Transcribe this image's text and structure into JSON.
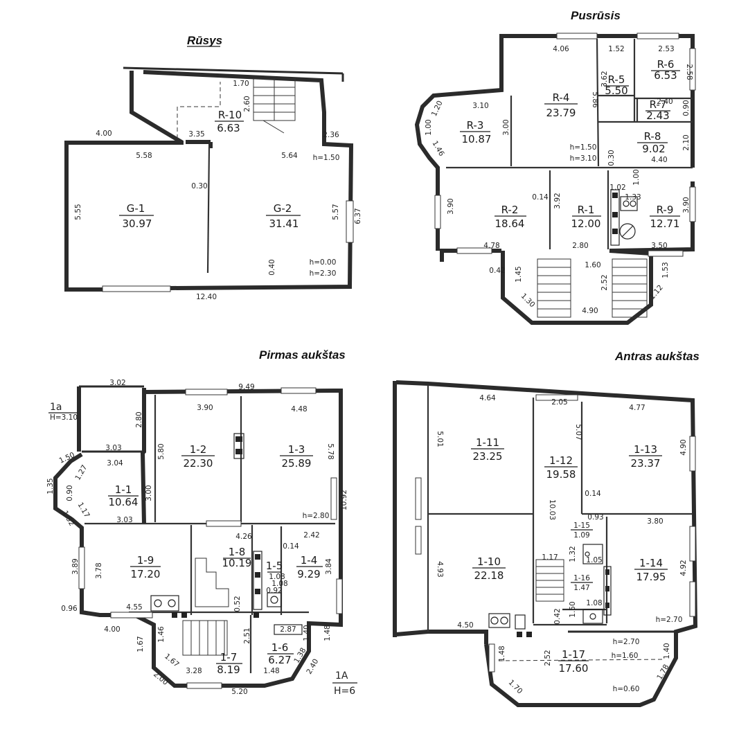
{
  "titles": {
    "rusys": "Rūsys",
    "pusrusis": "Pusrūsis",
    "pirmas": "Pirmas aukštas",
    "antras": "Antras aukštas"
  },
  "rooms": {
    "rusys": [
      {
        "id": "R-10",
        "area": "6.63"
      },
      {
        "id": "G-1",
        "area": "30.97"
      },
      {
        "id": "G-2",
        "area": "31.41"
      }
    ],
    "pusrusis": [
      {
        "id": "R-6",
        "area": "6.53"
      },
      {
        "id": "R-5",
        "area": "5.50"
      },
      {
        "id": "R-4",
        "area": "23.79"
      },
      {
        "id": "R-7",
        "area": "2.43"
      },
      {
        "id": "R-3",
        "area": "10.87"
      },
      {
        "id": "R-8",
        "area": "9.02"
      },
      {
        "id": "R-2",
        "area": "18.64"
      },
      {
        "id": "R-1",
        "area": "12.00"
      },
      {
        "id": "R-9",
        "area": "12.71"
      }
    ],
    "pirmas": [
      {
        "id": "1-2",
        "area": "22.30"
      },
      {
        "id": "1-3",
        "area": "25.89"
      },
      {
        "id": "1-1",
        "area": "10.64"
      },
      {
        "id": "1-9",
        "area": "17.20"
      },
      {
        "id": "1-8",
        "area": "10.19"
      },
      {
        "id": "1-5",
        "area": "1.08"
      },
      {
        "id": "1-4",
        "area": "9.29"
      },
      {
        "id": "1-7",
        "area": "8.19"
      },
      {
        "id": "1-6",
        "area": "6.27"
      }
    ],
    "antras": [
      {
        "id": "1-11",
        "area": "23.25"
      },
      {
        "id": "1-12",
        "area": "19.58"
      },
      {
        "id": "1-13",
        "area": "23.37"
      },
      {
        "id": "1-15",
        "area": "1.09"
      },
      {
        "id": "1-10",
        "area": "22.18"
      },
      {
        "id": "1-14",
        "area": "17.95"
      },
      {
        "id": "1-16",
        "area": "1.47"
      },
      {
        "id": "1-17",
        "area": "17.60"
      }
    ]
  },
  "dimensions": {
    "rusys": [
      "1.70",
      "2.60",
      "3.35",
      "4.00",
      "2.36",
      "5.58",
      "5.64",
      "h=1.50",
      "0.30",
      "5.55",
      "5.57",
      "6.37",
      "h=0.00",
      "h=2.30",
      "0.40",
      "12.40"
    ],
    "pusrusis": [
      "4.06",
      "1.52",
      "2.53",
      "2.58",
      "3.62",
      "3.10",
      "1.20",
      "1.00",
      "3.00",
      "5.86",
      "2.40",
      "0.90",
      "1.46",
      "h=1.50",
      "h=3.10",
      "0.30",
      "2.10",
      "4.40",
      "1.00",
      "1.02",
      "1.33",
      "3.90",
      "0.14",
      "3.92",
      "3.90",
      "4.78",
      "2.80",
      "3.50",
      "0.42",
      "1.45",
      "1.60",
      "2.52",
      "1.53",
      "1.30",
      "1.12",
      "4.90"
    ],
    "pirmas": [
      "3.02",
      "9.49",
      "1a",
      "H=3.10",
      "2.80",
      "3.90",
      "4.48",
      "3.03",
      "5.80",
      "5.78",
      "1.50",
      "3.04",
      "1.27",
      "1.35",
      "0.90",
      "3.00",
      "10.92",
      "1.17",
      "1.52",
      "3.03",
      "h=2.80",
      "4.26",
      "2.42",
      "0.14",
      "3.89",
      "3.78",
      "3.84",
      "1.08",
      "0.92",
      "4.55",
      "0.52",
      "0.96",
      "4.00",
      "2.87",
      "1.46",
      "2.51",
      "1.40",
      "1.48",
      "1.67",
      "1.38",
      "1.67",
      "3.28",
      "1.48",
      "2.40",
      "2.00",
      "5.20",
      "1A",
      "H=6"
    ],
    "antras": [
      "4.64",
      "2.05",
      "4.77",
      "5.07",
      "5.01",
      "4.90",
      "10.03",
      "0.14",
      "0.93",
      "3.80",
      "4.93",
      "1.17",
      "1.32",
      "1.05",
      "4.92",
      "1.50",
      "1.08",
      "0.42",
      "h=2.70",
      "4.50",
      "h=2.70",
      "1.48",
      "2.52",
      "h=1.60",
      "1.40",
      "1.78",
      "1.70",
      "h=0.60"
    ]
  }
}
